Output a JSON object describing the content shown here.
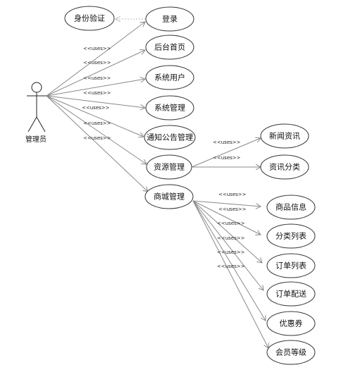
{
  "actor": {
    "label": "管理员"
  },
  "stereotype": "<<uses>>",
  "use_cases": {
    "auth": "身份验证",
    "login": "登录",
    "home": "后台首页",
    "sys_user": "系统用户",
    "sys_manage": "系统管理",
    "notice_manage": "通知公告管理",
    "resource_manage": "资源管理",
    "news": "新闻资讯",
    "news_category": "资讯分类",
    "mall_manage": "商城管理",
    "product_info": "商品信息",
    "category_list": "分类列表",
    "order_list": "订单列表",
    "order_delivery": "订单配送",
    "coupon": "优惠券",
    "member_level": "会员等级"
  },
  "colors": {
    "line": "#8a8a8a",
    "ellipse_stroke": "#333333",
    "background": "#ffffff"
  }
}
